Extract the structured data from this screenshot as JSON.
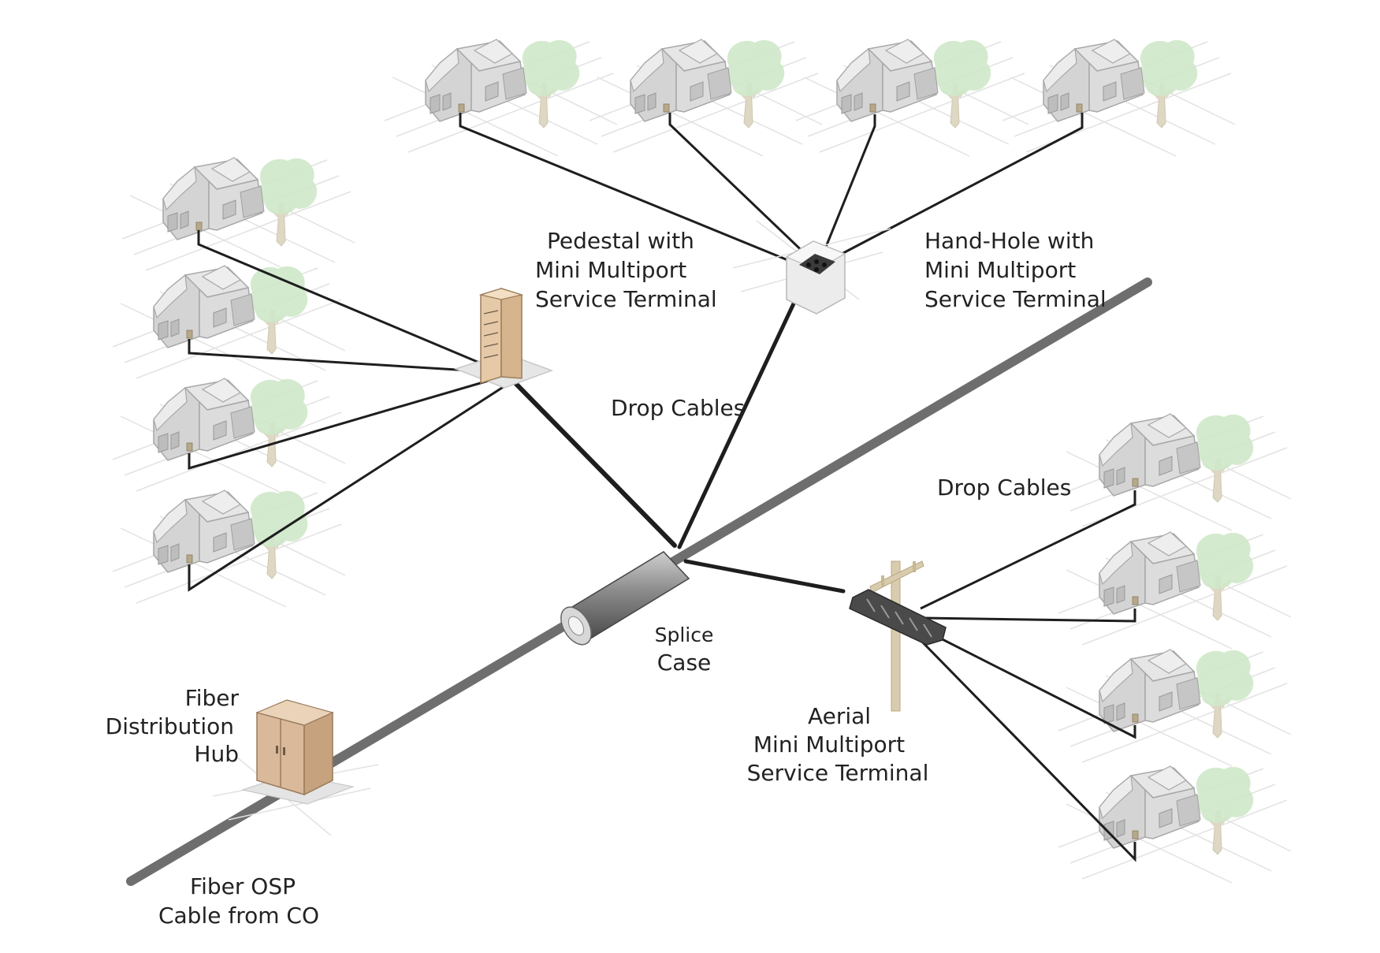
{
  "labels": {
    "pedestal": [
      "Pedestal  with",
      "Mini   Multiport",
      "Service Terminal"
    ],
    "handhole": [
      "Hand-Hole  with",
      "Mini   Multiport",
      "Service Terminal"
    ],
    "drop_cables_center": "Drop Cables",
    "drop_cables_right": "Drop Cables",
    "splice_case": [
      "Splice",
      "Case"
    ],
    "fiber_hub": [
      "Fiber",
      "Distribution",
      "Hub"
    ],
    "aerial": [
      "Aerial",
      "Mini Multiport",
      "Service Terminal"
    ],
    "osp_cable": [
      "Fiber OSP",
      "Cable from CO"
    ]
  },
  "colors": {
    "trunk_cable": "#6e6e6e",
    "drop_cable": "#1e1e1e",
    "house_fill": "#dcdcdc",
    "house_stroke": "#a9a9a9",
    "tree_canopy": "#cfe8c9",
    "tree_trunk": "#d8d2bf",
    "hub_cabinet": "#d9b99a",
    "pedestal": "#e6c9a6",
    "pole": "#d9ccae"
  },
  "icons": {
    "house": "house-icon",
    "tree": "tree-icon",
    "pedestal": "pedestal-icon",
    "handhole": "handhole-icon",
    "splice": "splice-case-icon",
    "hub": "fiber-hub-cabinet-icon",
    "pole": "utility-pole-icon",
    "aerial_terminal": "aerial-terminal-icon"
  }
}
